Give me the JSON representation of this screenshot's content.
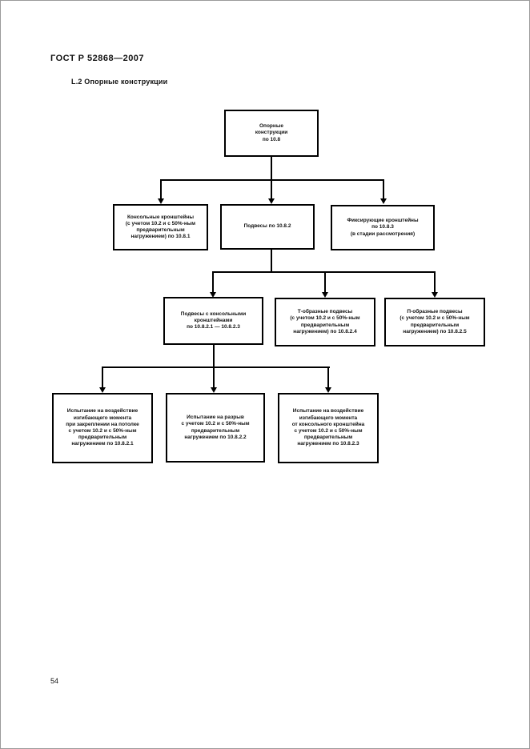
{
  "page": {
    "doc_code": "ГОСТ Р 52868—2007",
    "section_title": "L.2 Опорные конструкции",
    "page_number": "54"
  },
  "colors": {
    "background": "#ffffff",
    "line": "#000000",
    "box_border": "#000000",
    "text": "#111111"
  },
  "diagram": {
    "type": "flowchart-tree",
    "nodes": {
      "root": "Опорные\nконструкции\nпо 10.8",
      "brackets": "Консольные кронштейны\n(с учетом 10.2 и с 50%-ным\nпредварительным\nнагружением) по 10.8.1",
      "pendants": "Подвесы по 10.8.2",
      "fixing": "Фиксирующие кронштейны\nпо 10.8.3\n(в стадии рассмотрения)",
      "pendant_brackets": "Подвесы с консольными\nкронштейнами\nпо 10.8.2.1 — 10.8.2.3",
      "t_pendants": "Т-образные подвесы\n(с учетом 10.2 и с 50%-ным\nпредварительным\nнагружением) по 10.8.2.4",
      "p_pendants": "П-образные подвесы\n(с учетом 10.2 и с 50%-ным\nпредварительным\nнагружением) по 10.8.2.5",
      "test_ceiling": "Испытание на воздействие\nизгибающего момента\nпри закреплении на потолке\nс учетом 10.2 и с 50%-ным\nпредварительным\nнагружением по 10.8.2.1",
      "test_rupture": "Испытание на разрыв\nс учетом 10.2 и с 50%-ным\nпредварительным\nнагружением по 10.8.2.2",
      "test_bracket": "Испытание на воздействие\nизгибающего момента\nот консольного кронштейна\nс учетом 10.2 и с 50%-ным\nпредварительным\nнагружением по 10.8.2.3"
    },
    "edges": [
      [
        "root",
        "brackets"
      ],
      [
        "root",
        "pendants"
      ],
      [
        "root",
        "fixing"
      ],
      [
        "pendants",
        "pendant_brackets"
      ],
      [
        "pendants",
        "t_pendants"
      ],
      [
        "pendants",
        "p_pendants"
      ],
      [
        "pendant_brackets",
        "test_ceiling"
      ],
      [
        "pendant_brackets",
        "test_rupture"
      ],
      [
        "pendant_brackets",
        "test_bracket"
      ]
    ]
  }
}
